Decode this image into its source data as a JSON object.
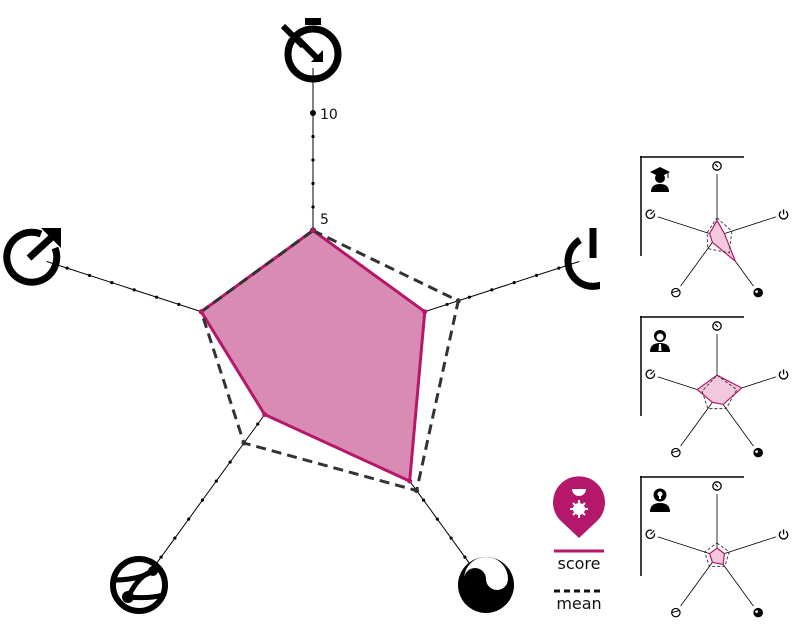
{
  "colors": {
    "score_fill": "#d98cb3",
    "score_stroke": "#b5176b",
    "mean_stroke": "#333333",
    "axis": "#000000",
    "legend_pin": "#b5176b",
    "mini_fill": "#f2c9dc"
  },
  "chart_data": [
    {
      "type": "radar",
      "axes": [
        "stopwatch-icon",
        "power-icon",
        "yin-yang-icon",
        "network-ball-icon",
        "external-arrow-icon"
      ],
      "rlim": [
        0,
        10
      ],
      "tick_labels": [
        "5",
        "10"
      ],
      "series": [
        {
          "name": "score",
          "values": [
            5,
            5,
            7,
            3.5,
            5
          ]
        },
        {
          "name": "mean",
          "values": [
            5,
            6.5,
            7.5,
            5,
            5
          ]
        }
      ]
    },
    {
      "type": "radar",
      "badge": "graduate-person-icon",
      "axes": [
        "stopwatch-icon",
        "power-icon",
        "yin-yang-icon",
        "network-ball-icon",
        "external-arrow-icon"
      ],
      "rlim": [
        0,
        10
      ],
      "series": [
        {
          "name": "score",
          "values": [
            3,
            1.5,
            6,
            1.5,
            1.5
          ]
        },
        {
          "name": "mean",
          "values": [
            3.5,
            3,
            4,
            3,
            2
          ]
        }
      ]
    },
    {
      "type": "radar",
      "badge": "suited-person-icon",
      "axes": [
        "stopwatch-icon",
        "power-icon",
        "yin-yang-icon",
        "network-ball-icon",
        "external-arrow-icon"
      ],
      "rlim": [
        0,
        10
      ],
      "series": [
        {
          "name": "score",
          "values": [
            4,
            5,
            2,
            1.5,
            4
          ]
        },
        {
          "name": "mean",
          "values": [
            4,
            4,
            3,
            3,
            3
          ]
        }
      ]
    },
    {
      "type": "radar",
      "badge": "idea-person-icon",
      "axes": [
        "stopwatch-icon",
        "power-icon",
        "yin-yang-icon",
        "network-ball-icon",
        "external-arrow-icon"
      ],
      "rlim": [
        0,
        10
      ],
      "series": [
        {
          "name": "score",
          "values": [
            1.5,
            1.5,
            2,
            1.5,
            1.5
          ]
        },
        {
          "name": "mean",
          "values": [
            2.5,
            2.5,
            2.5,
            2.5,
            2.5
          ]
        }
      ]
    }
  ],
  "legend": {
    "icon": "location-pin-icon",
    "score_label": "score",
    "mean_label": "mean"
  }
}
